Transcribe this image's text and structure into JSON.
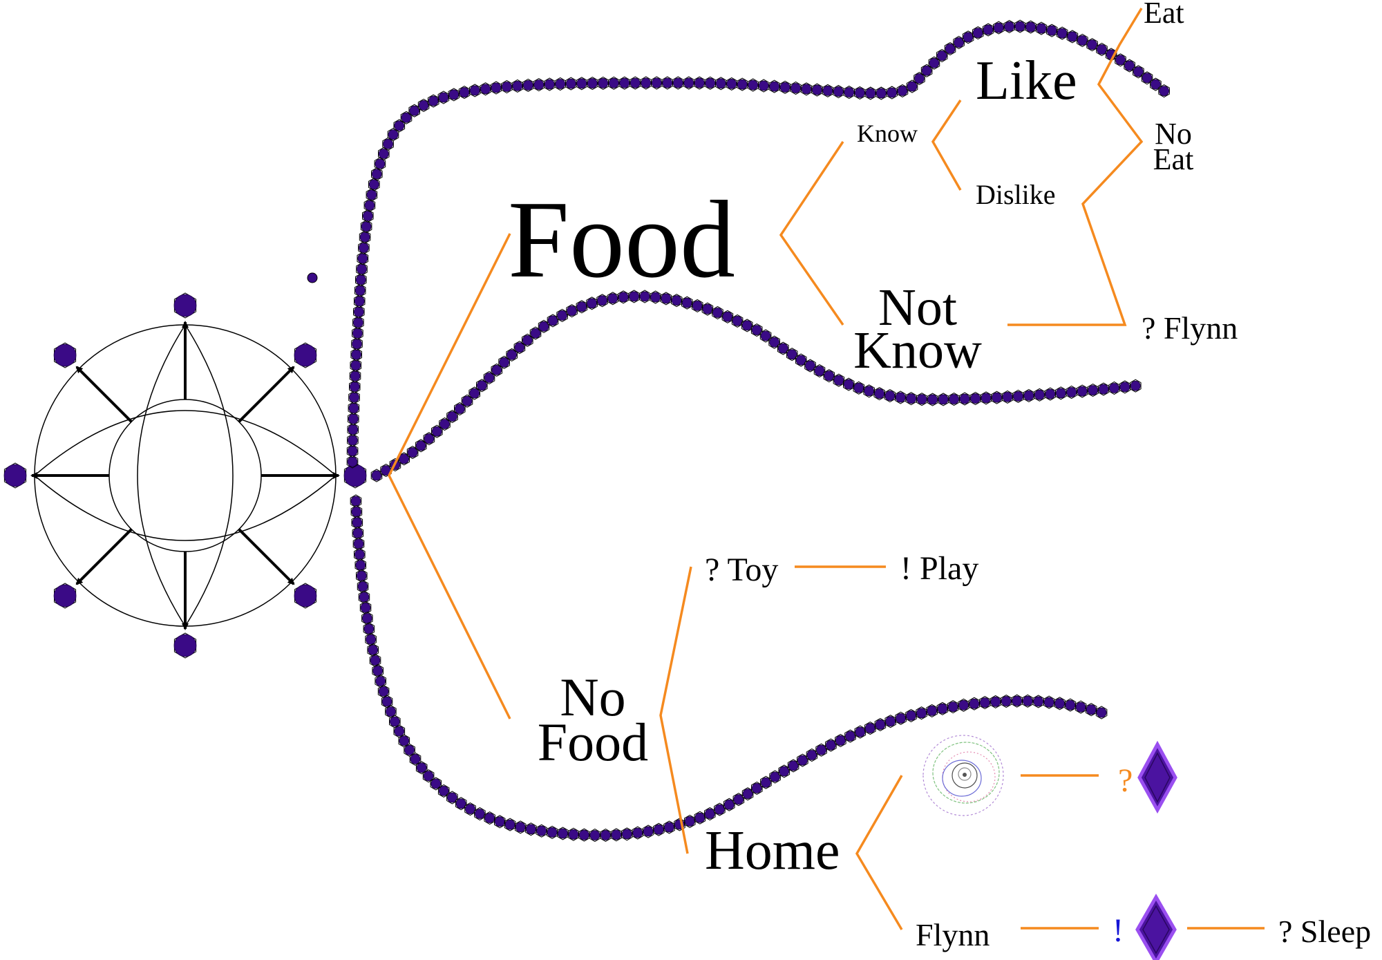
{
  "colors": {
    "branch": "#f58a1f",
    "bead": "#3a0a86",
    "bead_edge": "#000000",
    "gem": "#4b13a0",
    "gem_edge": "#9a4ff0",
    "exclaim_blue": "#1515d6",
    "question_orange": "#f58a1f"
  },
  "labels": {
    "food": "Food",
    "no_food_line1": "No",
    "no_food_line2": "Food",
    "know": "Know",
    "not_know_line1": "Not",
    "not_know_line2": "Know",
    "like": "Like",
    "dislike": "Dislike",
    "eat": "Eat",
    "no_eat_line1": "No",
    "no_eat_line2": "Eat",
    "q_flynn": "? Flynn",
    "q_toy": "? Toy",
    "ex_play": "! Play",
    "home": "Home",
    "flynn": "Flynn",
    "q_mark": "?",
    "ex_mark": "!",
    "q_sleep": "? Sleep"
  },
  "icons": {
    "compass": "eight-point-compass-icon",
    "spiral": "spiral-icon",
    "gem": "diamond-gem-icon"
  }
}
